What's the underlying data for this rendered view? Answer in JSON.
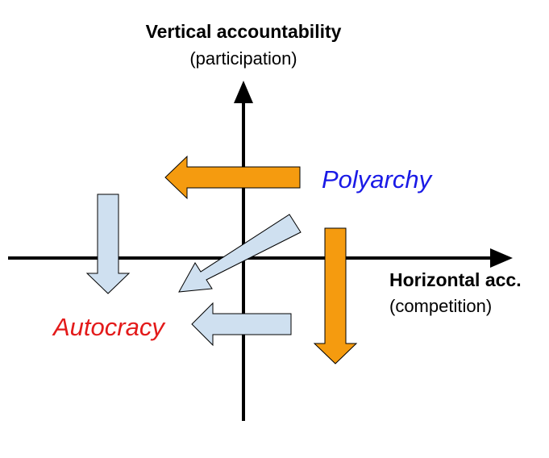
{
  "axes": {
    "vertical": {
      "title": "Vertical accountability",
      "subtitle": "(participation)"
    },
    "horizontal": {
      "title": "Horizontal acc.",
      "subtitle": "(competition)"
    }
  },
  "regions": {
    "polyarchy": {
      "label": "Polyarchy",
      "color": "#1a1ae6"
    },
    "autocracy": {
      "label": "Autocracy",
      "color": "#e31a1a"
    }
  },
  "colors": {
    "orange_arrow": "#f59b0f",
    "blue_arrow": "#cfe0f0",
    "outline": "#000000"
  }
}
